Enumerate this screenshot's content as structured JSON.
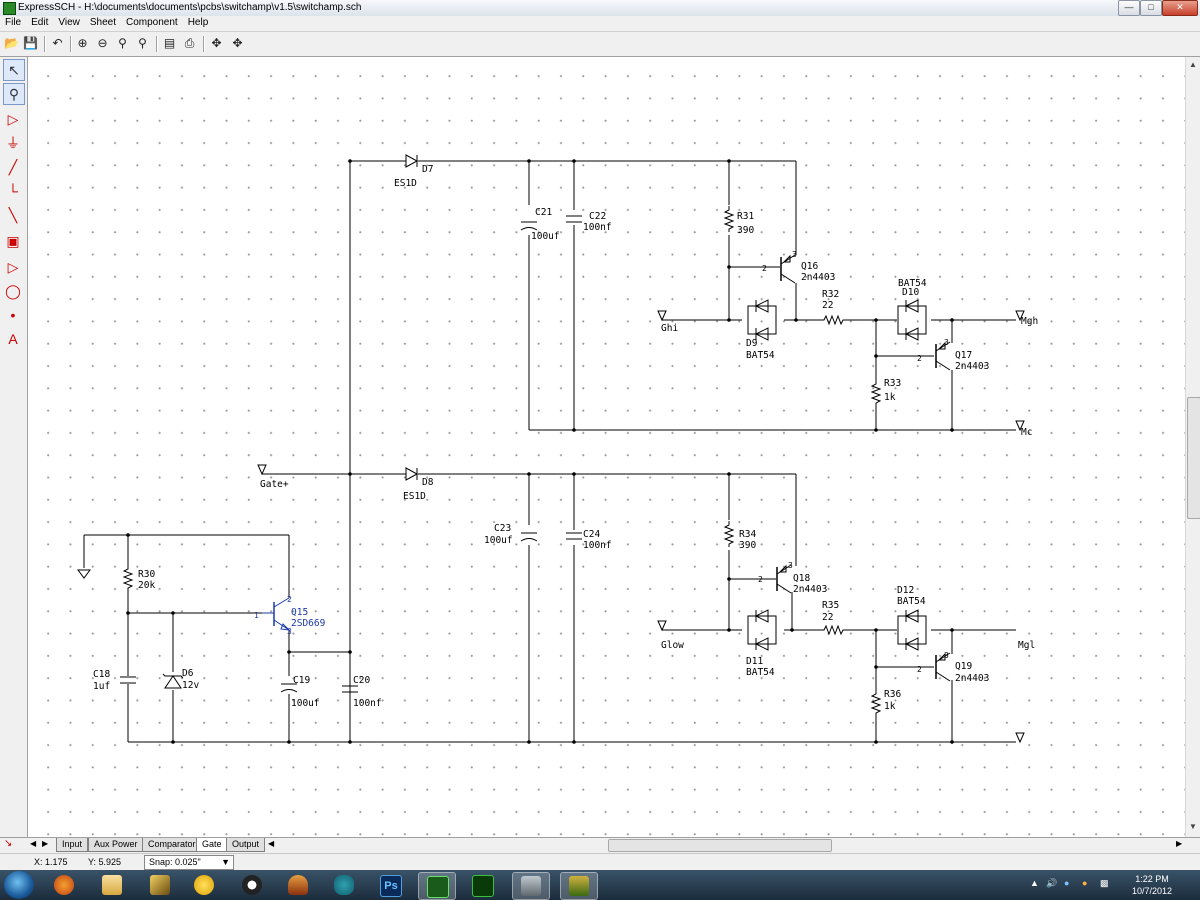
{
  "window": {
    "title": "ExpressSCH - H:\\documents\\documents\\pcbs\\switchamp\\v1.5\\switchamp.sch"
  },
  "menu": [
    "File",
    "Edit",
    "View",
    "Sheet",
    "Component",
    "Help"
  ],
  "toolbar_icons": [
    "open-icon",
    "save-icon",
    "undo-icon",
    "zoom-in-icon",
    "zoom-out-icon",
    "zoom-area-icon",
    "zoom-fit-icon",
    "properties-icon",
    "print-icon",
    "pan-icon",
    "move-icon"
  ],
  "left_tools": [
    "select-icon",
    "zoom-select-icon",
    "component-icon",
    "ground-icon",
    "wire-icon",
    "bus-icon",
    "line-icon",
    "connector-icon",
    "port-icon",
    "circle-icon",
    "junction-icon",
    "text-icon"
  ],
  "schematic": {
    "ports": [
      "Gate+",
      "Ghi",
      "Mgh",
      "Mc",
      "Glow",
      "Mgl"
    ],
    "parts": [
      {
        "ref": "D7",
        "value": "ES1D"
      },
      {
        "ref": "D8",
        "value": "ES1D"
      },
      {
        "ref": "C21",
        "value": "100uf"
      },
      {
        "ref": "C22",
        "value": "100nf"
      },
      {
        "ref": "R31",
        "value": "390"
      },
      {
        "ref": "Q16",
        "value": "2n4403"
      },
      {
        "ref": "R32",
        "value": "22"
      },
      {
        "ref": "D10",
        "value": "BAT54"
      },
      {
        "ref": "D9",
        "value": "BAT54"
      },
      {
        "ref": "Q17",
        "value": "2n4403"
      },
      {
        "ref": "R33",
        "value": "1k"
      },
      {
        "ref": "C23",
        "value": "100uf"
      },
      {
        "ref": "C24",
        "value": "100nf"
      },
      {
        "ref": "R34",
        "value": "390"
      },
      {
        "ref": "Q18",
        "value": "2n4403"
      },
      {
        "ref": "R35",
        "value": "22"
      },
      {
        "ref": "D12",
        "value": "BAT54"
      },
      {
        "ref": "D11",
        "value": "BAT54"
      },
      {
        "ref": "Q19",
        "value": "2n4403"
      },
      {
        "ref": "R36",
        "value": "1k"
      },
      {
        "ref": "R30",
        "value": "20k"
      },
      {
        "ref": "Q15",
        "value": "2SD669"
      },
      {
        "ref": "C18",
        "value": "1uf"
      },
      {
        "ref": "D6",
        "value": "12v"
      },
      {
        "ref": "C19",
        "value": "100uf"
      },
      {
        "ref": "C20",
        "value": "100nf"
      }
    ],
    "pins": [
      "1",
      "2",
      "3"
    ]
  },
  "sheet_tabs": [
    "Input",
    "Aux Power",
    "Comparator",
    "Gate",
    "Output"
  ],
  "active_tab": "Gate",
  "status": {
    "x": "X: 1.175",
    "y": "Y: 5.925",
    "snap": "Snap:  0.025\""
  },
  "clock": {
    "time": "1:22 PM",
    "date": "10/7/2012"
  }
}
